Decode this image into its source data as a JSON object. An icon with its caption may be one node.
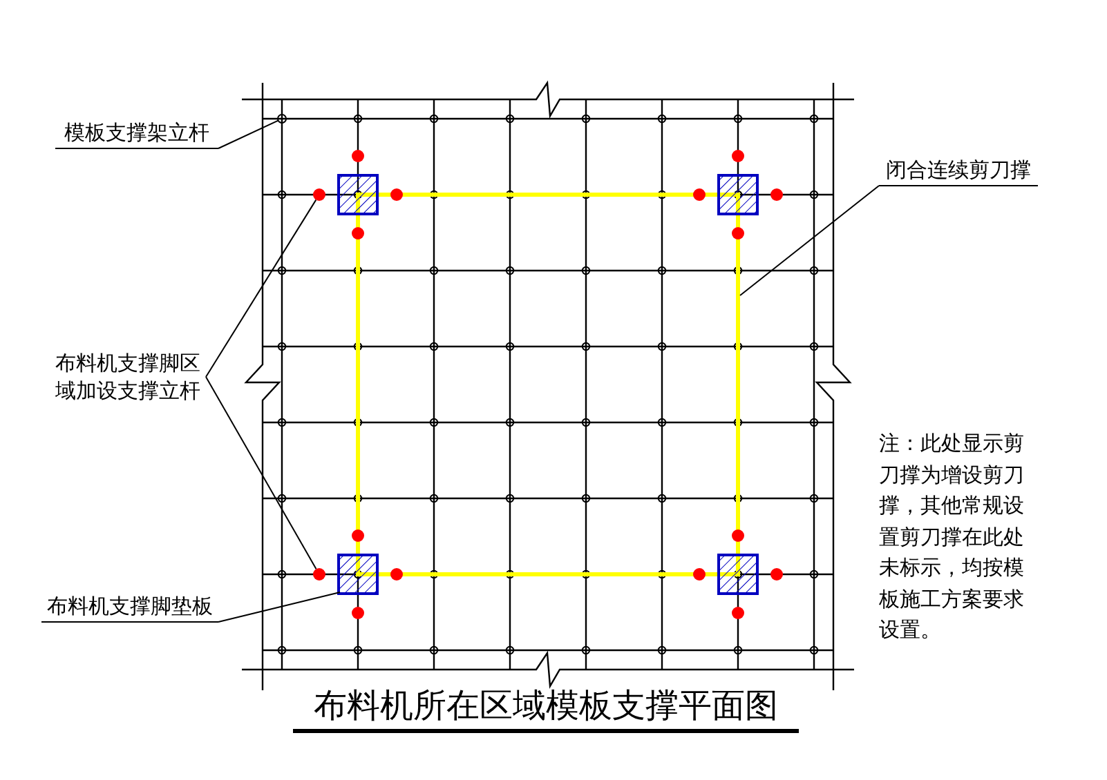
{
  "diagram": {
    "title": "布料机所在区域模板支撑平面图",
    "nodes": [
      {
        "text": [
          "模板支撑架立杆"
        ]
      },
      {
        "text": [
          "布料机支撑脚区域加设支撑立杆"
        ]
      },
      {
        "text": [
          "布料机支撑脚垫板"
        ]
      },
      {
        "text": [
          "闭合连续剪刀撑"
        ]
      },
      {
        "text": [],
        "shape": "circle"
      },
      {
        "text": [],
        "shape": "circle"
      },
      {
        "text": [],
        "shape": "circle"
      },
      {
        "text": [],
        "shape": "box"
      },
      {
        "text": [],
        "shape": "box"
      },
      {
        "text": [],
        "shape": "box"
      },
      {
        "text": [],
        "shape": "box"
      },
      {
        "text": [],
        "shape": "box"
      }
    ],
    "edges": [
      {
        "from": 0,
        "to": 4,
        "arrow": "none"
      },
      {
        "from": 1,
        "to": 5,
        "arrow": "none"
      },
      {
        "from": 1,
        "to": 6,
        "arrow": "none"
      },
      {
        "from": 2,
        "to": 10,
        "arrow": "none"
      },
      {
        "from": 3,
        "to": 7,
        "arrow": "none"
      }
    ],
    "labels": [
      "注：此处显示剪刀撑为增设剪刀撑，其他常规设置剪刀撑在此处未标示，均按模板施工方案要求设置。"
    ]
  }
}
